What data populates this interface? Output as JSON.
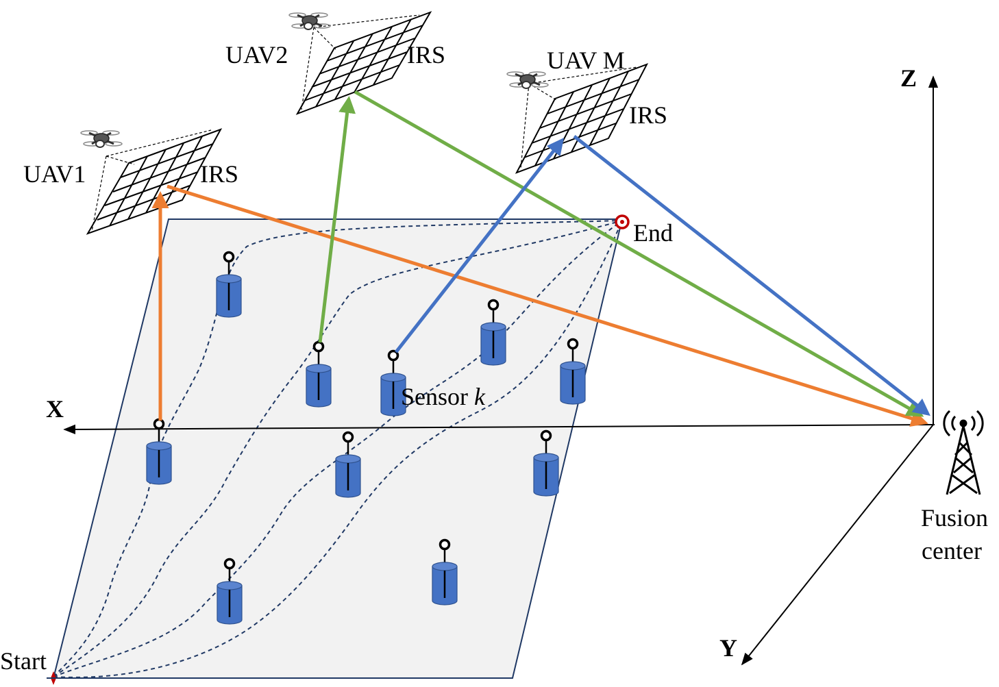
{
  "labels": {
    "uav1": "UAV1",
    "uav2": "UAV2",
    "uavm": "UAV M",
    "irs": "IRS",
    "end": "End",
    "start": "Start",
    "sensor_prefix": "Sensor ",
    "sensor_index": "k",
    "fusion_line1": "Fusion",
    "fusion_line2": "center",
    "axis_x": "X",
    "axis_y": "Y",
    "axis_z": "Z"
  },
  "colors": {
    "ground_fill": "#f2f2f2",
    "ground_stroke": "#1f3864",
    "sensor_fill": "#4472c4",
    "sensor_stroke": "#2f528f",
    "path_dash": "#1f3864",
    "link_uav1": "#ed7d31",
    "link_uav2": "#70ad47",
    "link_uavm": "#4472c4",
    "end_marker": "#c00000",
    "start_marker": "#c00000",
    "axis": "#000000"
  },
  "icons": {
    "uav": "drone-icon",
    "irs": "irs-panel-grid",
    "sensor": "sensor-node-icon",
    "fusion_center": "antenna-tower-icon"
  }
}
